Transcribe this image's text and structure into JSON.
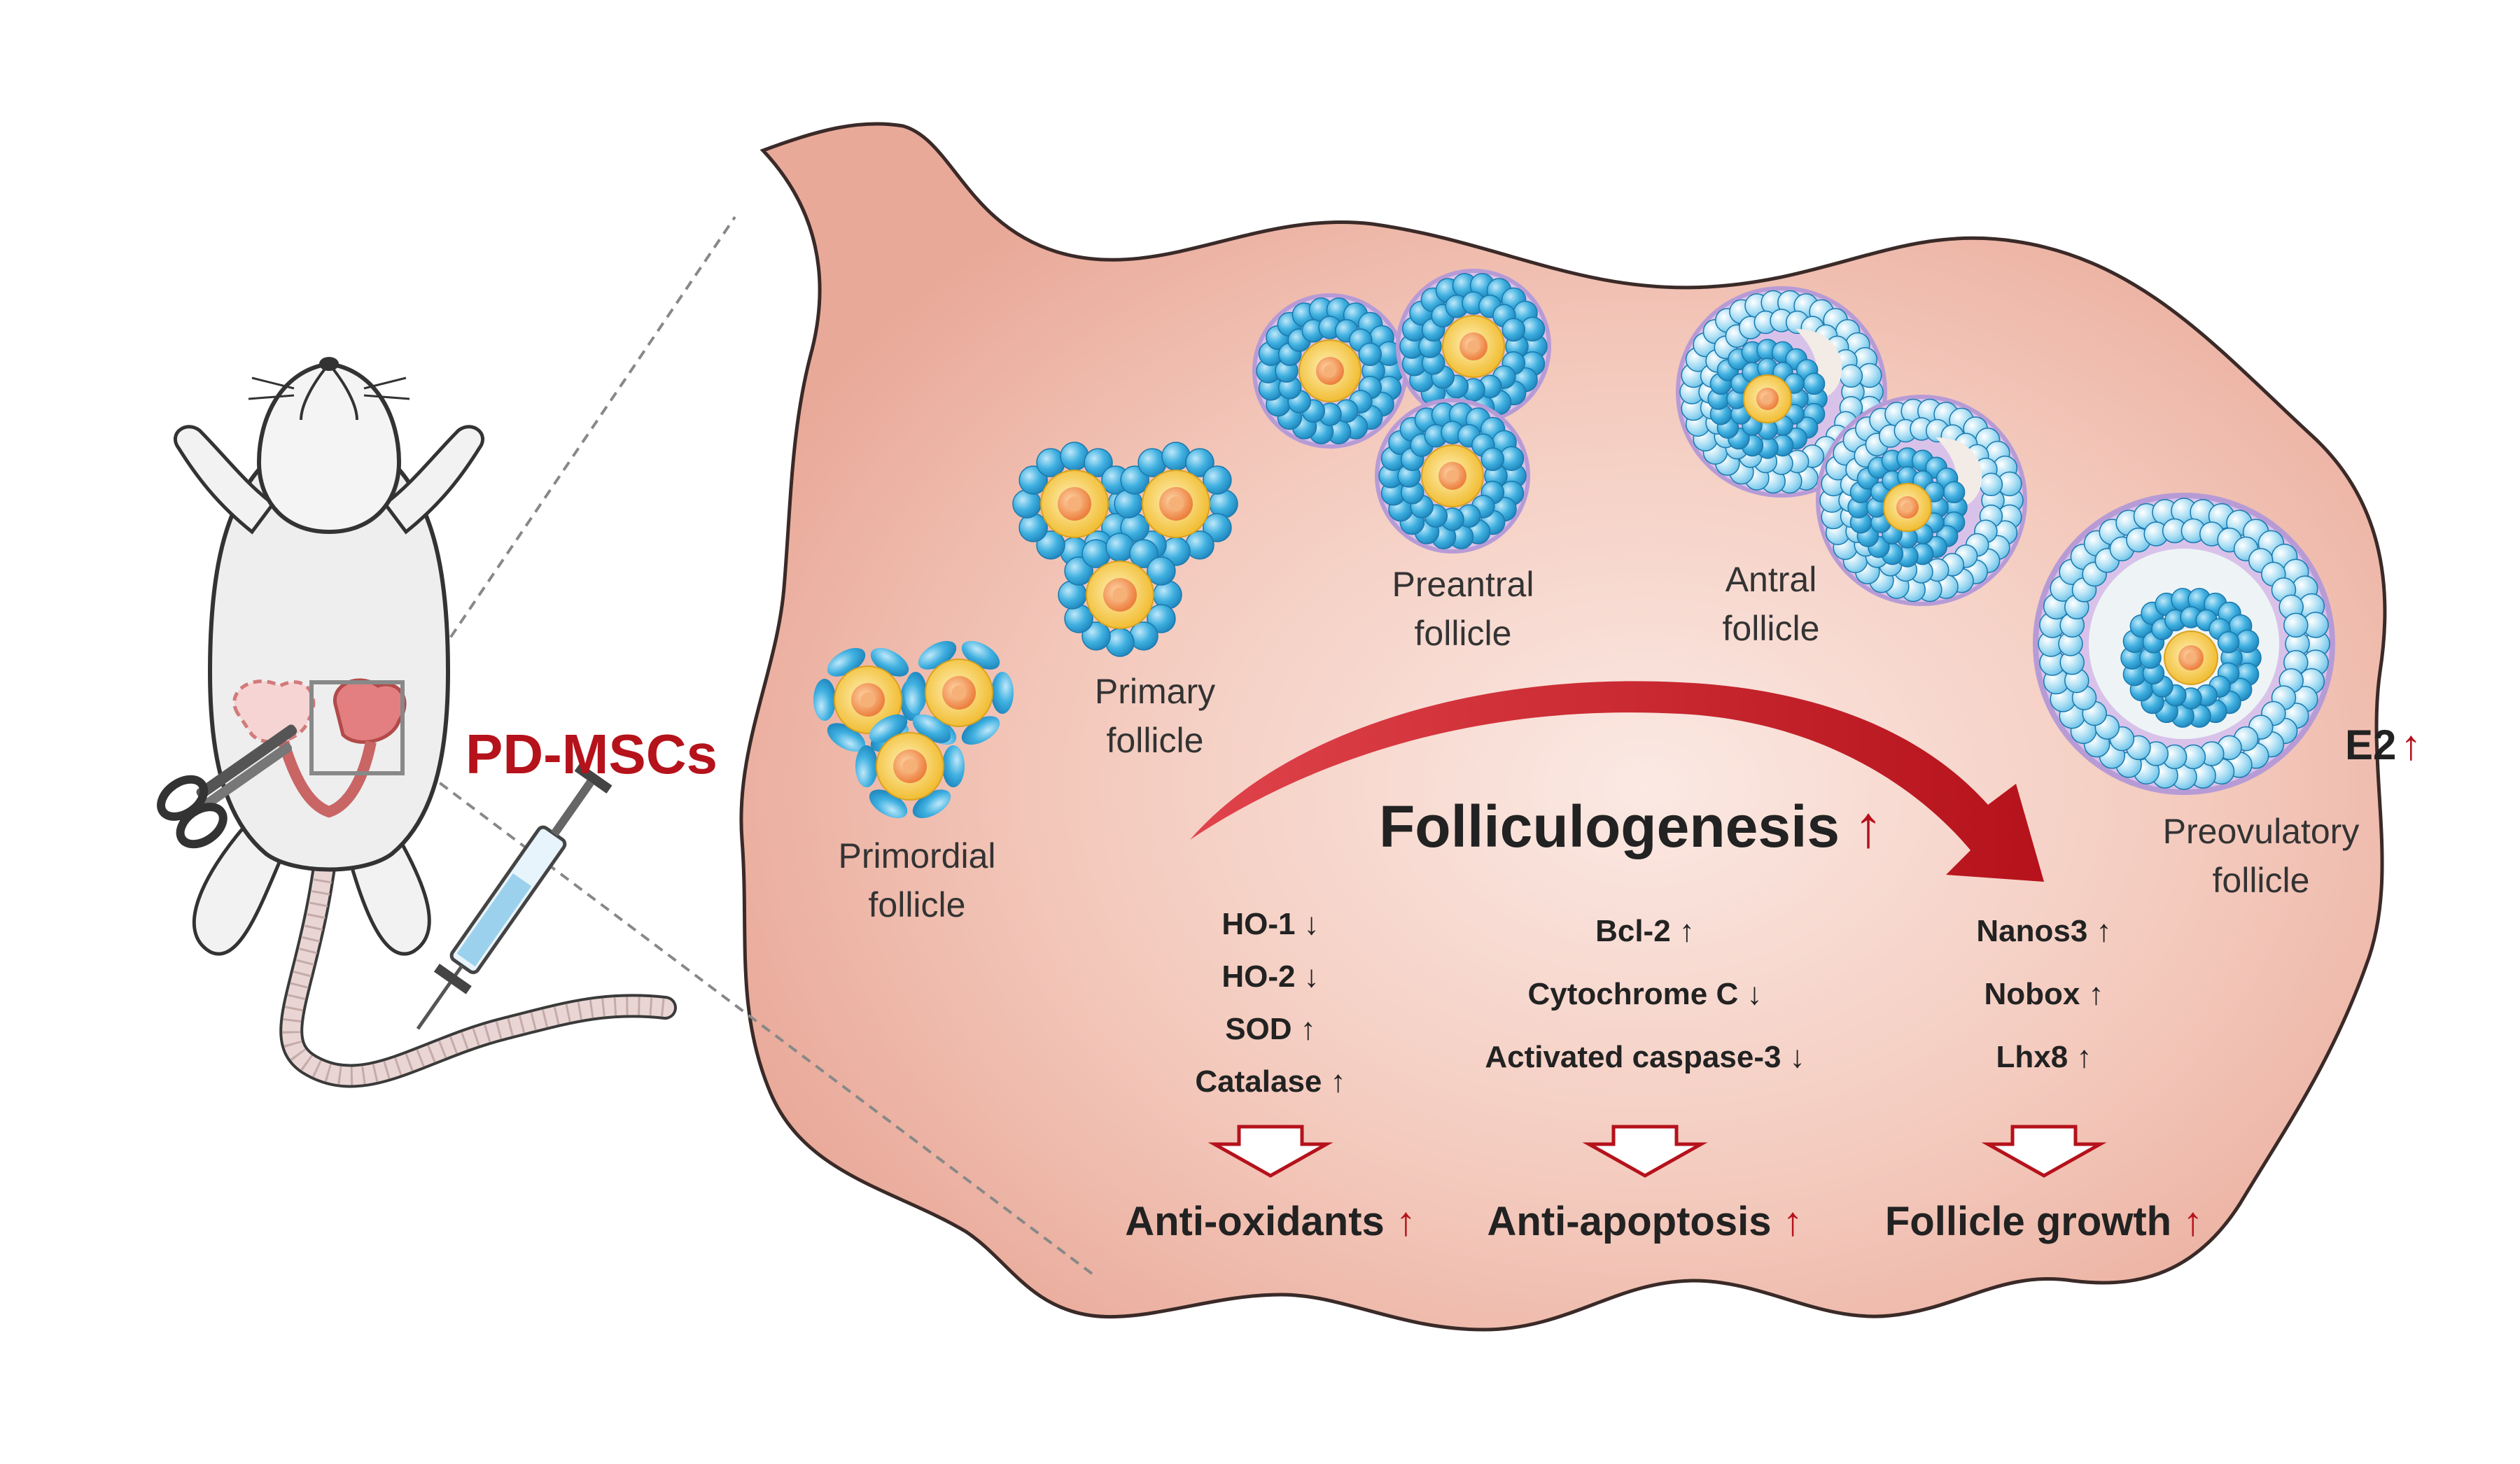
{
  "title": "PD-MSCs",
  "follicles": {
    "primordial": [
      "Primordial",
      "follicle"
    ],
    "primary": [
      "Primary",
      "follicle"
    ],
    "preantral": [
      "Preantral",
      "follicle"
    ],
    "antral": [
      "Antral",
      "follicle"
    ],
    "preovulatory": [
      "Preovulatory",
      "follicle"
    ]
  },
  "e2": {
    "label": "E2",
    "arrow": "↑"
  },
  "process": {
    "label": "Folliculogenesis",
    "arrow": "↑"
  },
  "markers": {
    "antioxidant": [
      "HO-1 ↓",
      "HO-2 ↓",
      "SOD ↑",
      "Catalase ↑"
    ],
    "apoptosis": [
      "Bcl-2 ↑",
      "Cytochrome C ↓",
      "Activated caspase-3 ↓"
    ],
    "growth": [
      "Nanos3 ↑",
      "Nobox ↑",
      "Lhx8 ↑"
    ]
  },
  "outcomes": {
    "antioxidant": {
      "label": "Anti-oxidants",
      "arrow": "↑"
    },
    "apoptosis": {
      "label": "Anti-apoptosis",
      "arrow": "↑"
    },
    "growth": {
      "label": "Follicle growth",
      "arrow": "↑"
    }
  },
  "colors": {
    "accent_red": "#b5121b",
    "ovary_fill": "#f0bcae",
    "granulosa_blue": "#35a7d8",
    "zona_yellow": "#f4c23b",
    "oocyte_orange": "#f08a4b"
  }
}
